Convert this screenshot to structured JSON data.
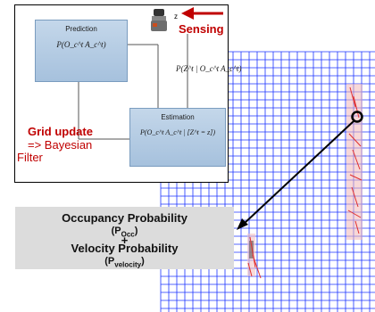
{
  "diagram": {
    "inset": {
      "prediction": {
        "title": "Prediction",
        "formula": "P(O_c^t A_c^t)"
      },
      "estimation": {
        "title": "Estimation",
        "formula": "P(O_c^t A_c^t | [Z^t = z])"
      },
      "sensor_model": {
        "formula": "P(Z^t | O_c^t A_c^t)"
      },
      "z_label": "z",
      "sensing_label": "Sensing",
      "grid_update_label": "Grid update",
      "bayesian_line1": "=> Bayesian",
      "bayesian_line2": "Filter"
    },
    "output_box": {
      "line1": "Occupancy Probability",
      "line2_paren_open": "(P",
      "line2_sub": "Occ",
      "line2_paren_close": ")",
      "plus": "+",
      "line3": "Velocity Probability",
      "line4_paren_open": "(P",
      "line4_sub": "velocity",
      "line4_paren_close": ")"
    },
    "colors": {
      "grid_line": "#1c35ff",
      "annotation_red": "#c00000",
      "arrow_red": "#c00000",
      "box_fill": "#b7cde3",
      "output_box_fill": "#dcdcdc"
    },
    "icons": [
      "robot-sensor-icon",
      "arrow-icon"
    ]
  }
}
